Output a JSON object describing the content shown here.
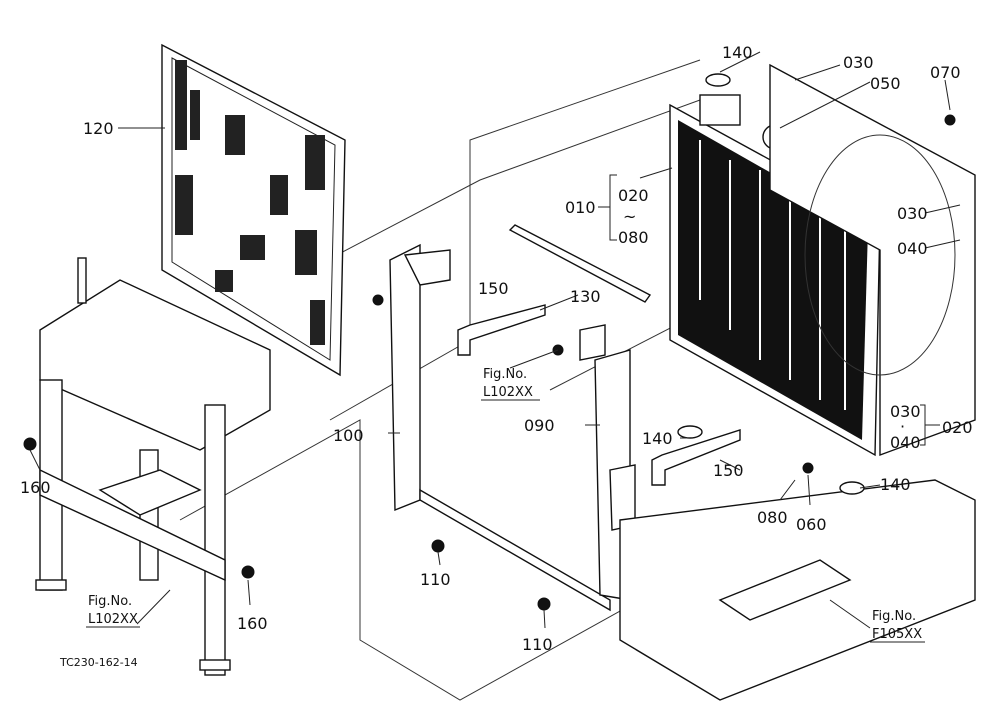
{
  "diagram": {
    "drawing_code": "TC230-162-14",
    "part_numbers": {
      "p010": "010",
      "p020_top": "020",
      "p020_right": "020",
      "p030_top": "030",
      "p030_mid": "030",
      "p030_low": "030",
      "p040_mid": "040",
      "p040_low": "040",
      "p050": "050",
      "p060": "060",
      "p070": "070",
      "p080_range": "080",
      "p080_low": "080",
      "p090": "090",
      "p100": "100",
      "p110_a": "110",
      "p110_b": "110",
      "p120": "120",
      "p130": "130",
      "p140_top": "140",
      "p140_mid": "140",
      "p140_right": "140",
      "p150_a": "150",
      "p150_b": "150",
      "p160_a": "160",
      "p160_b": "160"
    },
    "range_tilde": "~",
    "range_dot": "·",
    "fig_refs": {
      "ref1_label": "Fig.No.",
      "ref1_value": "L102XX",
      "ref2_label": "Fig.No.",
      "ref2_value": "L102XX",
      "ref3_label": "Fig.No.",
      "ref3_value": "F105XX"
    }
  }
}
